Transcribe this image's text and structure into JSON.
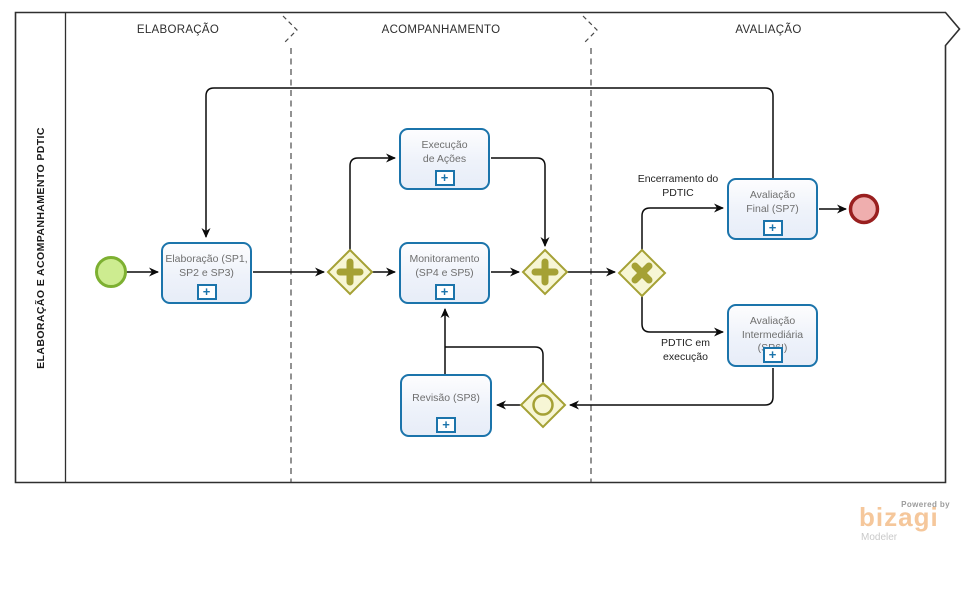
{
  "pool": {
    "label": "ELABORAÇÃO E ACOMPANHAMENTO PDTIC"
  },
  "phases": [
    {
      "label": "ELABORAÇÃO"
    },
    {
      "label": "ACOMPANHAMENTO"
    },
    {
      "label": "AVALIAÇÃO"
    }
  ],
  "nodes": {
    "elaboracao": {
      "label": "Elaboração (SP1, SP2 e SP3)"
    },
    "execucao": {
      "label": "Execução de Ações"
    },
    "monitoramento": {
      "label": "Monitoramento (SP4 e SP5)"
    },
    "avaliacao_final": {
      "label": "Avaliação Final (SP7)"
    },
    "avaliacao_intermediaria": {
      "label": "Avaliação Intermediária (SP6I)"
    },
    "revisao": {
      "label": "Revisão (SP8)"
    }
  },
  "flow_labels": {
    "encerramento": "Encerramento do PDTIC",
    "pdtic_em_execucao": "PDTIC em execução"
  },
  "icons": {
    "subprocess_plus": "+"
  },
  "logo": {
    "powered_by": "Powered by",
    "brand": "bizagi",
    "product": "Modeler"
  },
  "colors": {
    "task_border": "#1B74AB",
    "task_fill": "#EDF1FA",
    "gateway_border": "#A5A135",
    "gateway_fill": "#F7F6D5",
    "start_event_fill": "#CDEC90",
    "start_event_border": "#7DB031",
    "end_event_fill": "#EFAEAE",
    "end_event_border": "#991F1F",
    "flow_color": "#0a0a0a",
    "brand_color": "#F5C79B"
  }
}
